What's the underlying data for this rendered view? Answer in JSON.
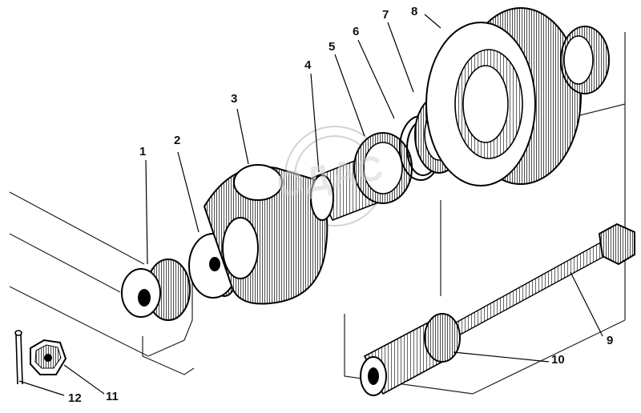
{
  "callouts": {
    "c1": "1",
    "c2": "2",
    "c3": "3",
    "c4": "4",
    "c5": "5",
    "c6": "6",
    "c7": "7",
    "c8": "8",
    "c9": "9",
    "c10": "10",
    "c11": "11",
    "c12": "12"
  },
  "watermark": "ОДАС"
}
